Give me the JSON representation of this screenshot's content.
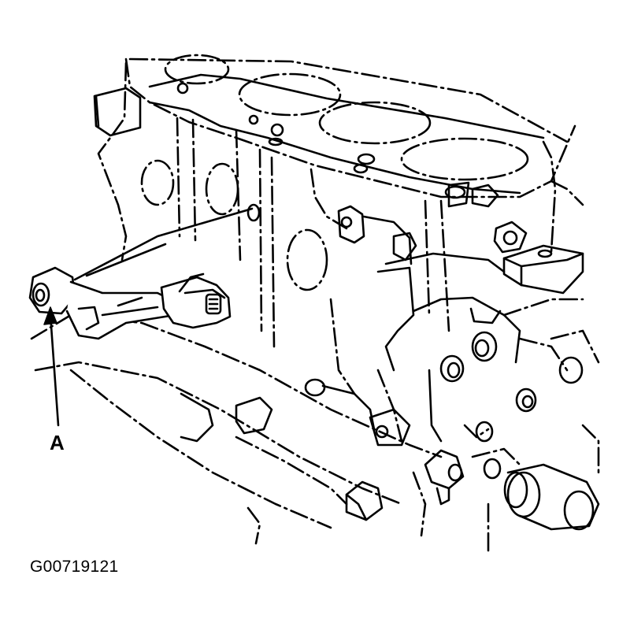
{
  "callouts": [
    {
      "id": "A",
      "label": "A"
    }
  ],
  "figure_id": "G00719121",
  "colors": {
    "line": "#000000",
    "background": "#ffffff"
  }
}
